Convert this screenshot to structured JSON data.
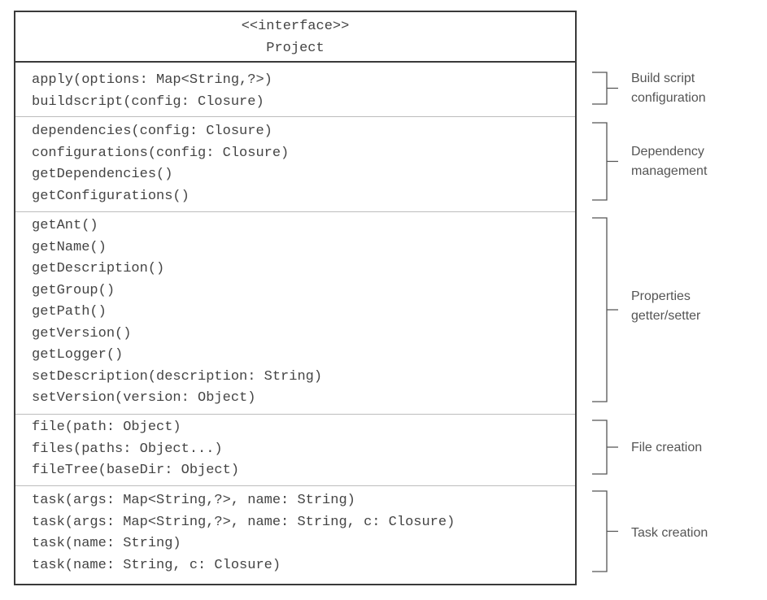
{
  "header": {
    "stereotype": "<<interface>>",
    "class_name": "Project"
  },
  "groups": [
    {
      "label": [
        "Build script",
        "configuration"
      ],
      "methods": [
        "apply(options: Map<String,?>)",
        "buildscript(config: Closure)"
      ]
    },
    {
      "label": [
        "Dependency",
        "management"
      ],
      "methods": [
        "dependencies(config: Closure)",
        "configurations(config: Closure)",
        "getDependencies()",
        "getConfigurations()"
      ]
    },
    {
      "label": [
        "Properties",
        "getter/setter"
      ],
      "methods": [
        "getAnt()",
        "getName()",
        "getDescription()",
        "getGroup()",
        "getPath()",
        "getVersion()",
        "getLogger()",
        "setDescription(description: String)",
        "setVersion(version: Object)"
      ]
    },
    {
      "label": [
        "File creation"
      ],
      "methods": [
        "file(path: Object)",
        "files(paths: Object...)",
        "fileTree(baseDir: Object)"
      ]
    },
    {
      "label": [
        "Task creation"
      ],
      "methods": [
        "task(args: Map<String,?>, name: String)",
        "task(args: Map<String,?>, name: String, c: Closure)",
        "task(name: String)",
        "task(name: String, c: Closure)"
      ]
    }
  ]
}
